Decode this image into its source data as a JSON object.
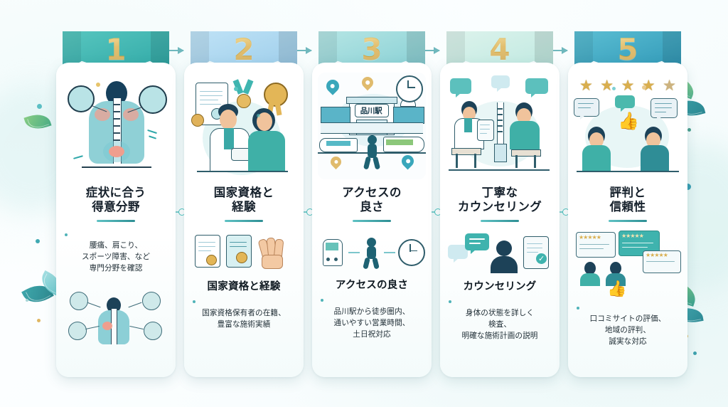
{
  "infographic": {
    "language": "ja",
    "background_color": "#f5fbfb",
    "accent_color": "#3fa8ac",
    "number_color": "#cf9f3c",
    "heading_color": "#15202b"
  },
  "steps": [
    {
      "number": "1",
      "banner_color": "#3fb8b4",
      "title_line1": "症状に合う",
      "title_line2": "得意分野",
      "subtitle": "",
      "bullet": "腰痛、肩こり、\nスポーツ障害、など\n専門分野を確認",
      "illustration_name": "back-pain-spine-illustration",
      "mini_illustration_name": "body-pain-points-illustration"
    },
    {
      "number": "2",
      "banner_color": "#a7d3ee",
      "title_line1": "国家資格と",
      "title_line2": "経験",
      "subtitle": "国家資格と経験",
      "bullet": "国家資格保有者の在籍、\n豊富な施術実績",
      "illustration_name": "therapists-with-certificates-illustration",
      "mini_illustration_name": "certificate-medal-hands-icons"
    },
    {
      "number": "3",
      "banner_color": "#9ddadb",
      "title_line1": "アクセスの",
      "title_line2": "良さ",
      "subtitle": "アクセスの良さ",
      "bullet": "品川駅から徒歩圏内、\n通いやすい営業時間、\n土日祝対応",
      "illustration_name": "shinagawa-station-trains-illustration",
      "station_sign_label": "品川駅",
      "mini_illustration_name": "train-walking-clock-icons"
    },
    {
      "number": "4",
      "banner_color": "#c9ece6",
      "title_line1": "丁寧な",
      "title_line2": "カウンセリング",
      "subtitle": "カウンセリング",
      "bullet": "身体の状態を詳しく\n検査、\n明確な施術計画の説明",
      "illustration_name": "counseling-session-illustration",
      "mini_illustration_name": "speech-bubble-person-document-icons"
    },
    {
      "number": "5",
      "banner_color": "#46a9c4",
      "title_line1": "評判と",
      "title_line2": "信頼性",
      "subtitle": "",
      "bullet": "口コミサイトの評価、\n地域の評判、\n誠実な対応",
      "illustration_name": "five-star-reviews-illustration",
      "star_count": 5,
      "mini_illustration_name": "review-cards-thumbs-up-icons"
    }
  ]
}
